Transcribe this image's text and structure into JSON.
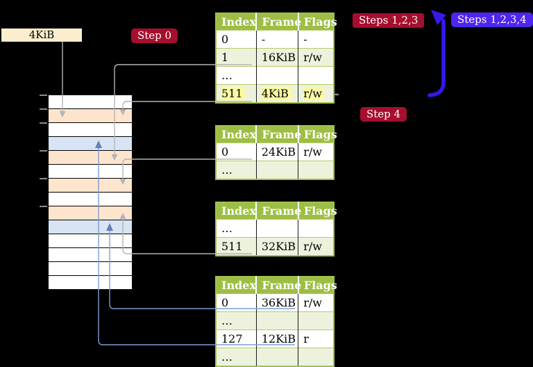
{
  "frame_label": "4KiB",
  "badges": {
    "step0": "Step 0",
    "steps123": "Steps 1,2,3",
    "steps1234": "Steps 1,2,3,4",
    "step4": "Step 4"
  },
  "tables": {
    "headers": [
      "Index",
      "Frame",
      "Flags"
    ],
    "t1": {
      "rows": [
        {
          "cells": [
            "0",
            "-",
            "-"
          ],
          "shade": "white",
          "highlight": false
        },
        {
          "cells": [
            "1",
            "16KiB",
            "r/w"
          ],
          "shade": "green",
          "highlight": false
        },
        {
          "cells": [
            "…",
            "",
            ""
          ],
          "shade": "white",
          "highlight": false
        },
        {
          "cells": [
            "511",
            "4KiB",
            "r/w"
          ],
          "shade": "green",
          "highlight": true
        }
      ]
    },
    "t2": {
      "rows": [
        {
          "cells": [
            "0",
            "24KiB",
            "r/w"
          ],
          "shade": "white",
          "highlight": false
        },
        {
          "cells": [
            "…",
            "",
            ""
          ],
          "shade": "green",
          "highlight": false
        }
      ]
    },
    "t3": {
      "rows": [
        {
          "cells": [
            "…",
            "",
            ""
          ],
          "shade": "white",
          "highlight": false
        },
        {
          "cells": [
            "511",
            "32KiB",
            "r/w"
          ],
          "shade": "green",
          "highlight": false
        }
      ]
    },
    "t4": {
      "rows": [
        {
          "cells": [
            "0",
            "36KiB",
            "r/w"
          ],
          "shade": "white",
          "highlight": false
        },
        {
          "cells": [
            "…",
            "",
            ""
          ],
          "shade": "green",
          "highlight": false
        },
        {
          "cells": [
            "127",
            "12KiB",
            "r"
          ],
          "shade": "white",
          "highlight": false
        },
        {
          "cells": [
            "…",
            "",
            ""
          ],
          "shade": "green",
          "highlight": false
        }
      ]
    }
  },
  "memory": {
    "rows": [
      "white",
      "peach",
      "white",
      "blue",
      "peach",
      "white",
      "peach",
      "white",
      "peach",
      "blue",
      "white",
      "white",
      "white",
      "white"
    ],
    "tick_y": [
      136,
      156,
      176,
      216,
      256,
      296
    ]
  },
  "connections": [
    {
      "from": "frame-size-label",
      "to": "memory-frame-4KiB",
      "style": "gray"
    },
    {
      "from": "table1-row-1",
      "to": "memory-frame-16KiB",
      "style": "gray"
    },
    {
      "from": "table1-row-511",
      "to": "memory-frame-4KiB",
      "style": "gray"
    },
    {
      "from": "table2-row-0",
      "to": "memory-frame-24KiB",
      "style": "gray"
    },
    {
      "from": "table3-row-511",
      "to": "memory-frame-32KiB",
      "style": "gray"
    },
    {
      "from": "table4-row-0",
      "to": "memory-frame-36KiB",
      "style": "steel-blue"
    },
    {
      "from": "table4-row-127",
      "to": "memory-frame-12KiB",
      "style": "steel-blue"
    },
    {
      "from": "table1-recursive-entry",
      "to": "table1-top",
      "style": "thick-blue"
    }
  ],
  "colors": {
    "background": "#000000",
    "badge_crimson": "#a60e2e",
    "badge_blue": "#4f25f0",
    "thick_arrow_blue": "#3519ee",
    "table_header_green": "#9dbe44",
    "table_row_green": "#edf2dc",
    "table_border_green": "#a3c14f",
    "highlight_yellow": "#fdf9a2",
    "frame_peach": "#fde5cd",
    "frame_blue": "#d8e3f4",
    "label_cream": "#fbeecd",
    "arrow_gray": "#b4b4b4",
    "arrow_steel_blue": "#7e9ed2"
  }
}
